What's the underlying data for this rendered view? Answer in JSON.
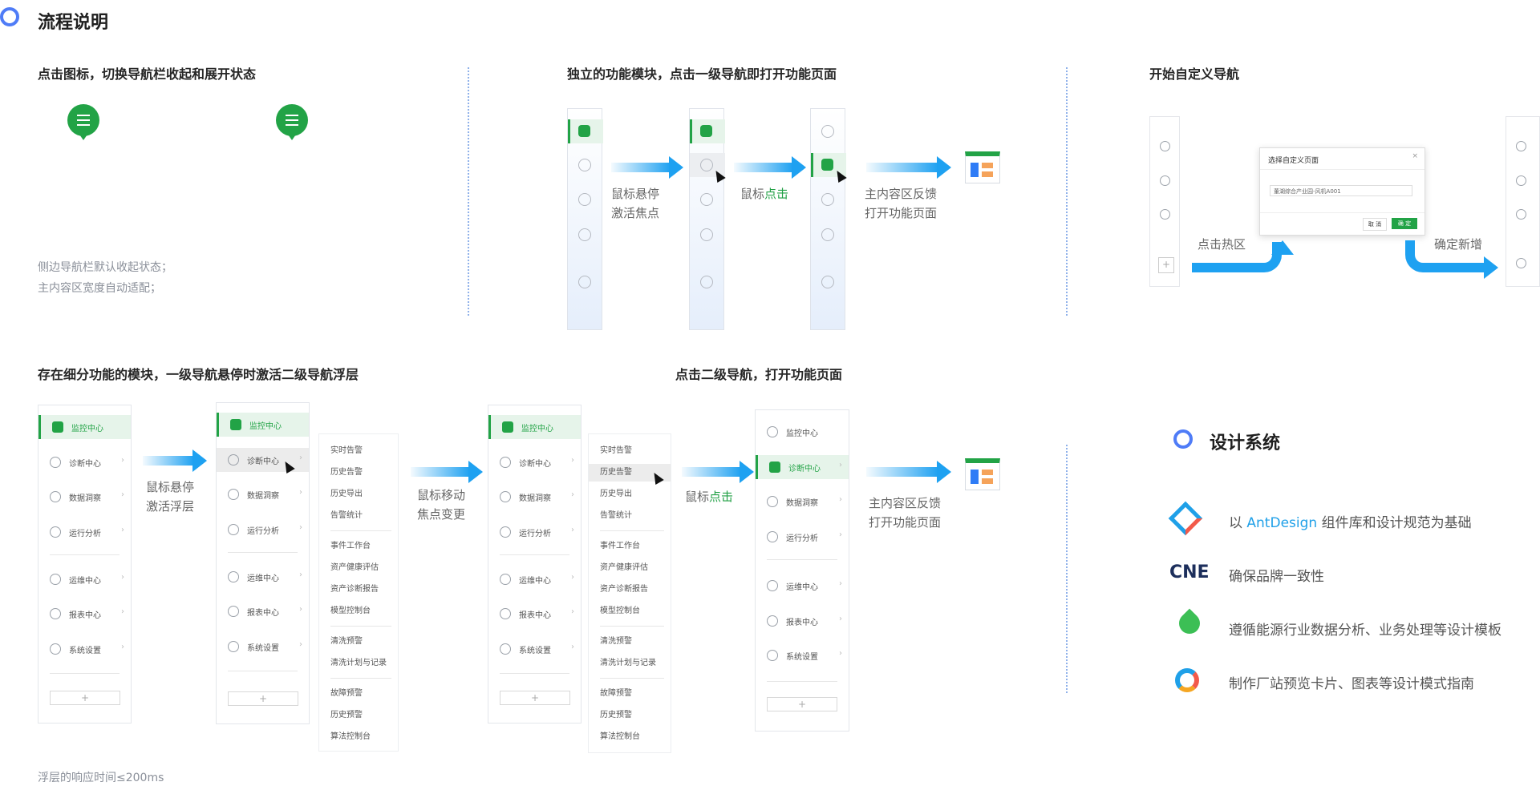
{
  "section1": {
    "title": "流程说明"
  },
  "steps": {
    "toggle": {
      "title": "点击图标，切换导航栏收起和展开状态",
      "note1": "侧边导航栏默认收起状态；",
      "note2": "主内容区宽度自动适配；"
    },
    "independent": {
      "title": "独立的功能模块，点击一级导航即打开功能页面",
      "cap1_l1": "鼠标悬停",
      "cap1_l2": "激活焦点",
      "cap2_prefix": "鼠标",
      "cap2_hl": "点击",
      "cap3_l1": "主内容区反馈",
      "cap3_l2": "打开功能页面"
    },
    "custom": {
      "title": "开始自定义导航",
      "modal_title": "选择自定义页面",
      "modal_select": "董湖综合产业园-风机A001",
      "cancel": "取 消",
      "ok": "确 定",
      "close": "×",
      "cap_left": "点击热区",
      "cap_right": "确定新增"
    },
    "submenu": {
      "title": "存在细分功能的模块，一级导航悬停时激活二级导航浮层",
      "cap1_l1": "鼠标悬停",
      "cap1_l2": "激活浮层",
      "cap2_l1": "鼠标移动",
      "cap2_l2": "焦点变更",
      "note": "浮层的响应时间≤200ms"
    },
    "second": {
      "title": "点击二级导航，打开功能页面",
      "cap1_prefix": "鼠标",
      "cap1_hl": "点击",
      "cap2_l1": "主内容区反馈",
      "cap2_l2": "打开功能页面"
    }
  },
  "nav_menu": {
    "items": [
      "监控中心",
      "诊断中心",
      "数据洞察",
      "运行分析",
      "运维中心",
      "报表中心",
      "系统设置"
    ],
    "add": "+",
    "chevron": "›"
  },
  "sub_menu": {
    "group1": [
      "实时告警",
      "历史告警",
      "历史导出",
      "告警统计"
    ],
    "group2": [
      "事件工作台",
      "资产健康评估",
      "资产诊断报告",
      "模型控制台"
    ],
    "group3": [
      "清洗预警",
      "清洗计划与记录"
    ],
    "group4": [
      "故障预警",
      "历史预警",
      "算法控制台"
    ]
  },
  "design_system": {
    "title": "设计系统",
    "items": [
      {
        "prefix": "以 ",
        "highlight": "AntDesign",
        "suffix": " 组件库和设计规范为基础",
        "icon": "antdesign-logo-icon"
      },
      {
        "text": "确保品牌一致性",
        "icon": "cne-logo-icon",
        "logo_text": "CNE"
      },
      {
        "text": "遵循能源行业数据分析、业务处理等设计模板",
        "icon": "energy-drop-icon"
      },
      {
        "text": "制作厂站预览卡片、图表等设计模式指南",
        "icon": "ring-chart-icon"
      }
    ],
    "link_color": "#1fa0e8"
  },
  "colors": {
    "accent": "#22a346",
    "arrow": "#1ea1f1",
    "ring": "#4f7cf7"
  }
}
